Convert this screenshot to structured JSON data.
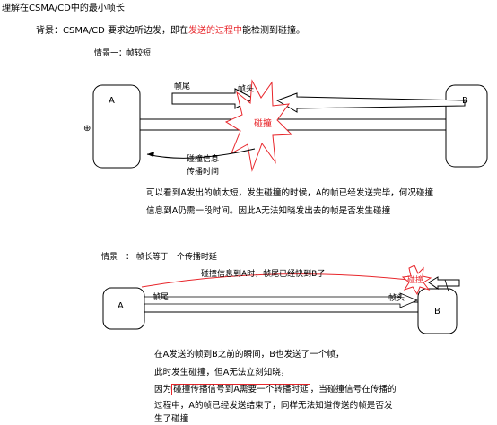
{
  "page_title": "理解在CSMA/CD中的最小帧长",
  "background": {
    "prefix": "背景：CSMA/CD  要求边听边发，即在",
    "highlight": "发送的过程中",
    "suffix": "能检测到碰撞。"
  },
  "scenario1": {
    "heading": "情景一：帧较短",
    "node_a": "A",
    "node_b": "B",
    "frame_tail": "帧尾",
    "frame_head": "帧头",
    "collision": "碰撞",
    "collision_info_line1": "碰撞信息",
    "collision_info_line2": "传播时间",
    "desc_line1": "可以看到A发出的帧太短，发生碰撞的时候，A的帧已经发送完毕，何况碰撞",
    "desc_line2": "信息到A仍需一段时间。因此A无法知晓发出去的帧是否发生碰撞"
  },
  "scenario2": {
    "heading": "情景一：  帧长等于一个传播时延",
    "signal_label": "碰撞信息到A时，帧尾已经快到B了",
    "node_a": "A",
    "node_b": "B",
    "frame_tail": "帧尾",
    "frame_head": "帧头",
    "collision": "碰撞",
    "desc_line1": "在A发送的帧到B之前的瞬间，B也发送了一个帧，",
    "desc_line2": "此时发生碰撞，但A无法立刻知晓，",
    "desc_line3_prefix": "因为",
    "desc_line3_boxed": "碰撞传播信号到A需要一个转播时延",
    "desc_line3_suffix": "，当碰撞信号在传播的",
    "desc_line4": "过程中，A的帧已经发送结束了，同样无法知道传送的帧是否发",
    "desc_line5": "生了碰撞"
  },
  "colors": {
    "accent": "#e8262b",
    "line": "#000000"
  }
}
